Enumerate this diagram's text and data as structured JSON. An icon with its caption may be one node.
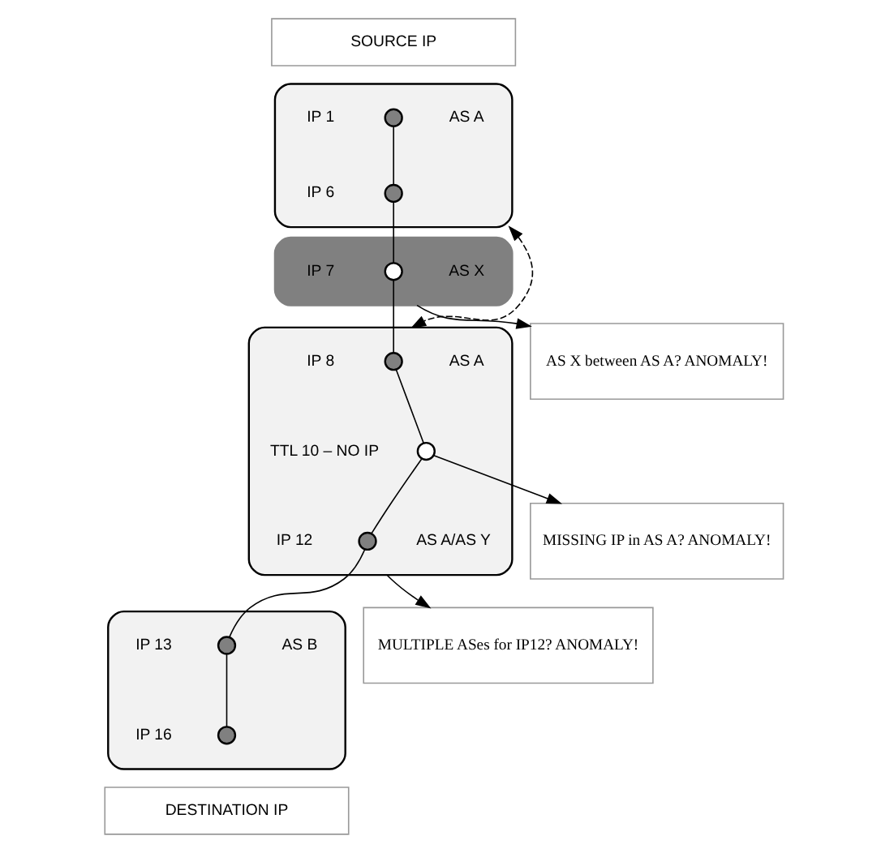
{
  "diagram": {
    "nodes": [
      {
        "text": [
          "SOURCE IP"
        ]
      },
      {
        "text": [],
        "shape": "box"
      },
      {
        "text": [],
        "shape": "circle",
        "in": 1,
        "beside": [
          "IP 1",
          "AS A"
        ]
      },
      {
        "text": [],
        "shape": "circle",
        "in": 1,
        "beside": [
          "IP 6"
        ]
      },
      {
        "text": [],
        "shape": "bar"
      },
      {
        "text": [],
        "shape": "circle",
        "in": 4,
        "beside": [
          "IP 7",
          "AS X"
        ]
      },
      {
        "text": [],
        "shape": "box"
      },
      {
        "text": [],
        "shape": "circle",
        "in": 6,
        "beside": [
          "IP 8",
          "AS A"
        ]
      },
      {
        "text": [],
        "shape": "circle",
        "in": 6,
        "beside": [
          "TTL 10 – NO IP"
        ]
      },
      {
        "text": [],
        "shape": "circle",
        "in": 6,
        "beside": [
          "IP 12",
          "AS A/AS Y"
        ]
      },
      {
        "text": [],
        "shape": "box"
      },
      {
        "text": [],
        "shape": "circle",
        "in": 10,
        "beside": [
          "IP 13",
          "AS B"
        ]
      },
      {
        "text": [],
        "shape": "circle",
        "in": 10,
        "beside": [
          "IP 16"
        ]
      },
      {
        "text": [
          "DESTINATION IP"
        ]
      },
      {
        "text": [
          "AS X between AS A? ANOMALY!"
        ]
      },
      {
        "text": [
          "MISSING IP in AS A? ANOMALY!"
        ]
      },
      {
        "text": [
          "MULTIPLE ASes for IP12? ANOMALY!"
        ]
      }
    ],
    "edges": [
      {
        "from": 2,
        "to": 3,
        "arrow": "none"
      },
      {
        "from": 3,
        "to": 5,
        "arrow": "none"
      },
      {
        "from": 5,
        "to": 7,
        "arrow": "none"
      },
      {
        "from": 7,
        "to": 8,
        "arrow": "none"
      },
      {
        "from": 8,
        "to": 9,
        "arrow": "none"
      },
      {
        "from": 9,
        "to": 11,
        "arrow": "none"
      },
      {
        "from": 11,
        "to": 12,
        "arrow": "none"
      },
      {
        "from": 4,
        "to": 14,
        "arrow": "to"
      },
      {
        "from": 8,
        "to": 15,
        "arrow": "to"
      },
      {
        "from": 6,
        "to": 16,
        "arrow": "to"
      },
      {
        "from": 1,
        "to": 6,
        "arrow": "both",
        "style": "dashed"
      }
    ]
  }
}
